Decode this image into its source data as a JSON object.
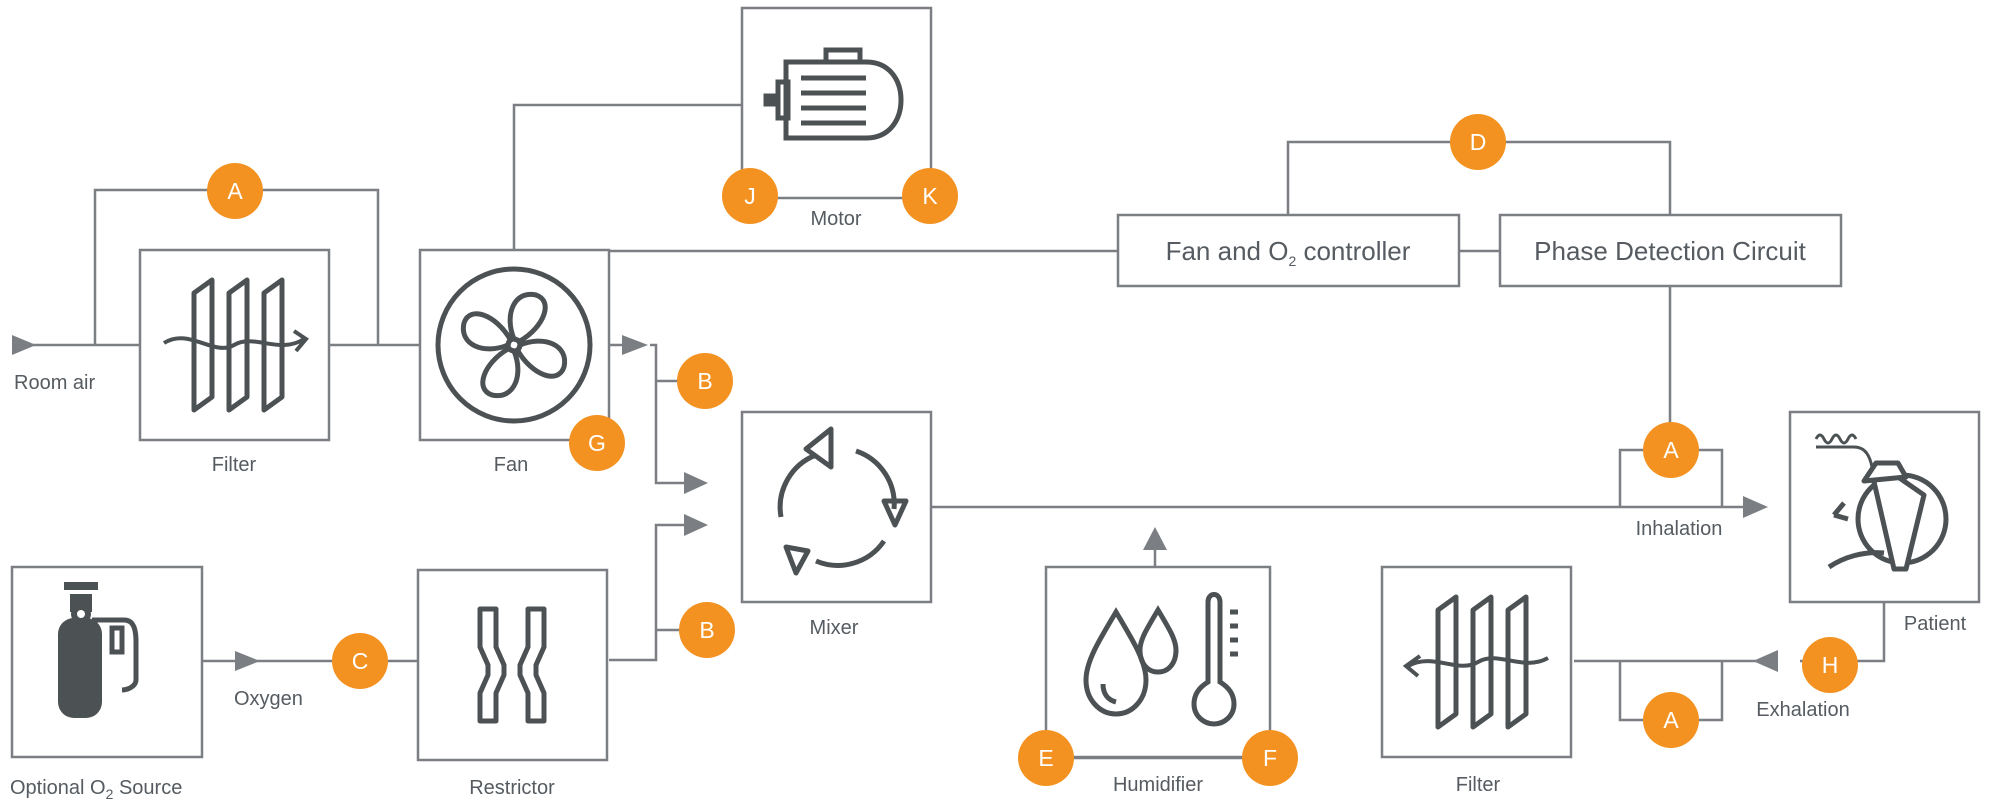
{
  "colors": {
    "line": "#7b7f83",
    "icon": "#4c5154",
    "badge": "#f39221",
    "text": "#555b60"
  },
  "blocks": {
    "filter_in": {
      "label": "Filter",
      "icon": "filter-icon"
    },
    "fan": {
      "label": "Fan",
      "icon": "fan-icon"
    },
    "motor": {
      "label": "Motor",
      "icon": "motor-icon"
    },
    "mixer": {
      "label": "Mixer",
      "icon": "recycle-arrows-icon"
    },
    "humidifier": {
      "label": "Humidifier",
      "icon": "droplets-thermometer-icon"
    },
    "filter_out": {
      "label": "Filter",
      "icon": "filter-icon"
    },
    "patient": {
      "label": "Patient",
      "icon": "patient-mask-icon"
    },
    "restrictor": {
      "label": "Restrictor",
      "icon": "restrictor-icon"
    },
    "o2_source": {
      "label": "Optional O",
      "label_sub": "2",
      "label_tail": " Source",
      "icon": "oxygen-tank-icon"
    }
  },
  "controllers": {
    "fan_o2": {
      "label": "Fan and O",
      "label_sub": "2",
      "label_tail": " controller"
    },
    "phase": {
      "label": "Phase Detection Circuit"
    }
  },
  "flows": {
    "room_air": "Room air",
    "oxygen": "Oxygen",
    "inhalation": "Inhalation",
    "exhalation": "Exhalation"
  },
  "badges": {
    "a_top": "A",
    "a_inhale": "A",
    "a_exhale": "A",
    "b_upper": "B",
    "b_lower": "B",
    "c": "C",
    "d": "D",
    "e": "E",
    "f": "F",
    "g": "G",
    "h": "H",
    "j": "J",
    "k": "K"
  }
}
